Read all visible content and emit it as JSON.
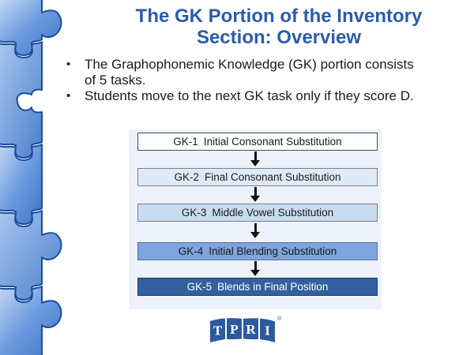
{
  "slide": {
    "title": {
      "line1": "The GK Portion of the Inventory",
      "line2": "Section: Overview",
      "color": "#2a5caa"
    },
    "bullets": {
      "marker": "•",
      "items": [
        {
          "full_text": "The Graphophonemic Knowledge (GK) portion consists of 5 tasks.",
          "line1": "The Graphophonemic Knowledge (GK) portion consists",
          "line2": "of 5 tasks."
        },
        {
          "full_text": "Students move to the next GK task only if they score D.",
          "line1": "Students move to the next GK task only if they score D.",
          "line2": ""
        }
      ]
    },
    "flowchart": {
      "background": "#edf2fa",
      "arrow_color": "#111111",
      "boxes": [
        {
          "code": "GK-1",
          "title": "Initial Consonant Substitution",
          "fill": "#fbfdff",
          "border": "#4d4d4d",
          "text_color": "#1b1b1b"
        },
        {
          "code": "GK-2",
          "title": "Final Consonant Substitution",
          "fill": "#dfeaf8",
          "border": "#7f7f7f",
          "text_color": "#1b1b1b"
        },
        {
          "code": "GK-3",
          "title": "Middle Vowel Substitution",
          "fill": "#c9dbf1",
          "border": "#7f7f7f",
          "text_color": "#1b1b1b"
        },
        {
          "code": "GK-4",
          "title": "Initial Blending Substitution",
          "fill": "#7da4dc",
          "border": "#5a6f96",
          "text_color": "#1b1b1b"
        },
        {
          "code": "GK-5",
          "title": "Blends in Final Position",
          "fill": "#33619f",
          "border": "#1f3864",
          "text_color": "#ffffff"
        }
      ]
    },
    "logo": {
      "letters": [
        "T",
        "P",
        "R",
        "I"
      ],
      "registered_mark": "®",
      "tile_color": "#2d5a9e"
    },
    "decoration": {
      "name": "blue puzzle pieces strip",
      "accent_color": "#4a80cc"
    }
  }
}
